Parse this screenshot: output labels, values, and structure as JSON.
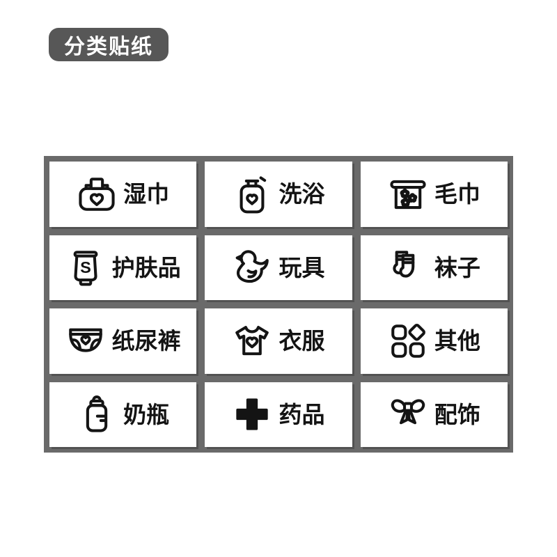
{
  "colors": {
    "page_bg": "#ffffff",
    "badge_bg": "#575757",
    "badge_text": "#ffffff",
    "panel_bg": "#6a6a6a",
    "cell_bg": "#ffffff",
    "ink": "#141414"
  },
  "badge": {
    "label": "分类贴纸"
  },
  "grid": {
    "items": [
      {
        "label": "湿巾",
        "icon": "wet-wipes-icon"
      },
      {
        "label": "洗浴",
        "icon": "bath-bottle-icon"
      },
      {
        "label": "毛巾",
        "icon": "towel-icon"
      },
      {
        "label": "护肤品",
        "icon": "skincare-tube-icon"
      },
      {
        "label": "玩具",
        "icon": "toy-duck-icon"
      },
      {
        "label": "袜子",
        "icon": "socks-icon"
      },
      {
        "label": "纸尿裤",
        "icon": "diaper-icon"
      },
      {
        "label": "衣服",
        "icon": "clothes-icon"
      },
      {
        "label": "其他",
        "icon": "other-shapes-icon"
      },
      {
        "label": "奶瓶",
        "icon": "baby-bottle-icon"
      },
      {
        "label": "药品",
        "icon": "medicine-cross-icon"
      },
      {
        "label": "配饰",
        "icon": "bow-ribbon-icon"
      }
    ]
  }
}
